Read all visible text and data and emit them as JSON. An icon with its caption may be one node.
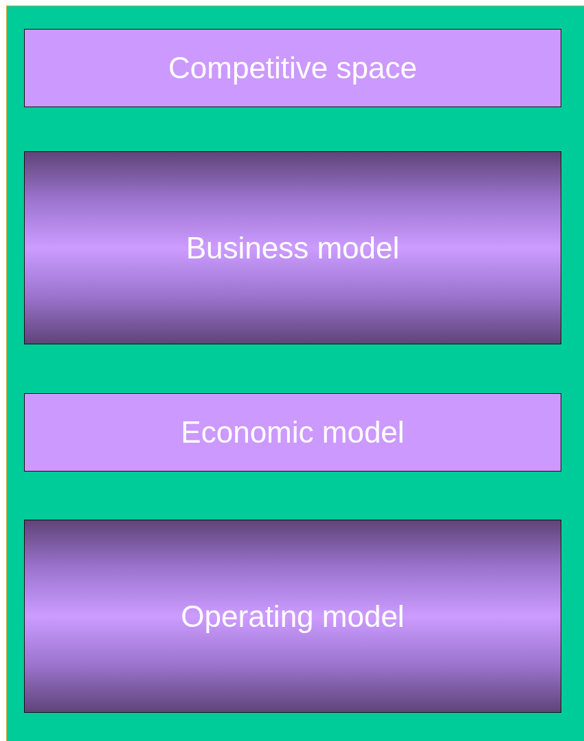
{
  "diagram": {
    "nodes": [
      {
        "text": [
          "Competitive space"
        ]
      },
      {
        "text": [
          "Business model"
        ]
      },
      {
        "text": [
          "Economic model"
        ]
      },
      {
        "text": [
          "Operating model"
        ]
      }
    ]
  }
}
